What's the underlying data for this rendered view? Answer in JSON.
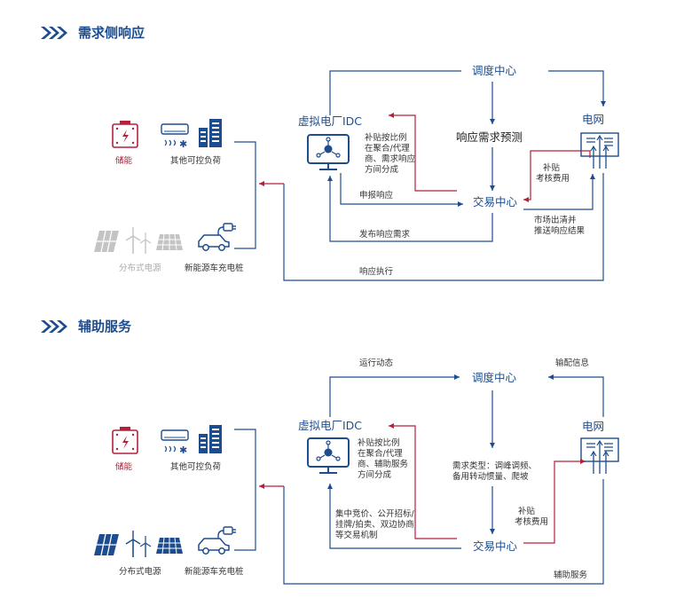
{
  "sections": [
    {
      "title": "需求侧响应",
      "nodes": {
        "dispatch": "调度中心",
        "vpp": "虚拟电厂IDC",
        "grid": "电网",
        "exchange": "交易中心",
        "forecast": "响应需求预测"
      },
      "resources": {
        "storage": "储能",
        "loads": "其他可控负荷",
        "distributed": "分布式电源",
        "ev": "新能源车充电桩"
      },
      "labels": {
        "subsidy_split": [
          "补贴按比例",
          "在聚合/代理",
          "商、需求响应",
          "方间分成"
        ],
        "declare": "申报响应",
        "publish": "发布响应需求",
        "execute": "响应执行",
        "subsidy_fee": [
          "补贴",
          "考核费用"
        ],
        "clearing": [
          "市场出清并",
          "推送响应结果"
        ]
      }
    },
    {
      "title": "辅助服务",
      "nodes": {
        "dispatch": "调度中心",
        "vpp": "虚拟电厂IDC",
        "grid": "电网",
        "exchange": "交易中心"
      },
      "resources": {
        "storage": "储能",
        "loads": "其他可控负荷",
        "distributed": "分布式电源",
        "ev": "新能源车充电桩"
      },
      "labels": {
        "operation": "运行动态",
        "transmission": "输配信息",
        "subsidy_split": [
          "补贴按比例",
          "在聚合/代理",
          "商、辅助服务",
          "方间分成"
        ],
        "demand_type": [
          "需求类型：调峰调频、",
          "备用转动惯量、爬坡"
        ],
        "trade_methods": [
          "集中竞价、公开招标/",
          "挂牌/拍卖、双边协商",
          "等交易机制"
        ],
        "subsidy_fee": [
          "补贴",
          "考核费用"
        ],
        "aux_service": "辅助服务"
      }
    }
  ],
  "colors": {
    "primary": "#1d4d8f",
    "accent": "#b3203a",
    "muted": "#b5b5b5"
  }
}
